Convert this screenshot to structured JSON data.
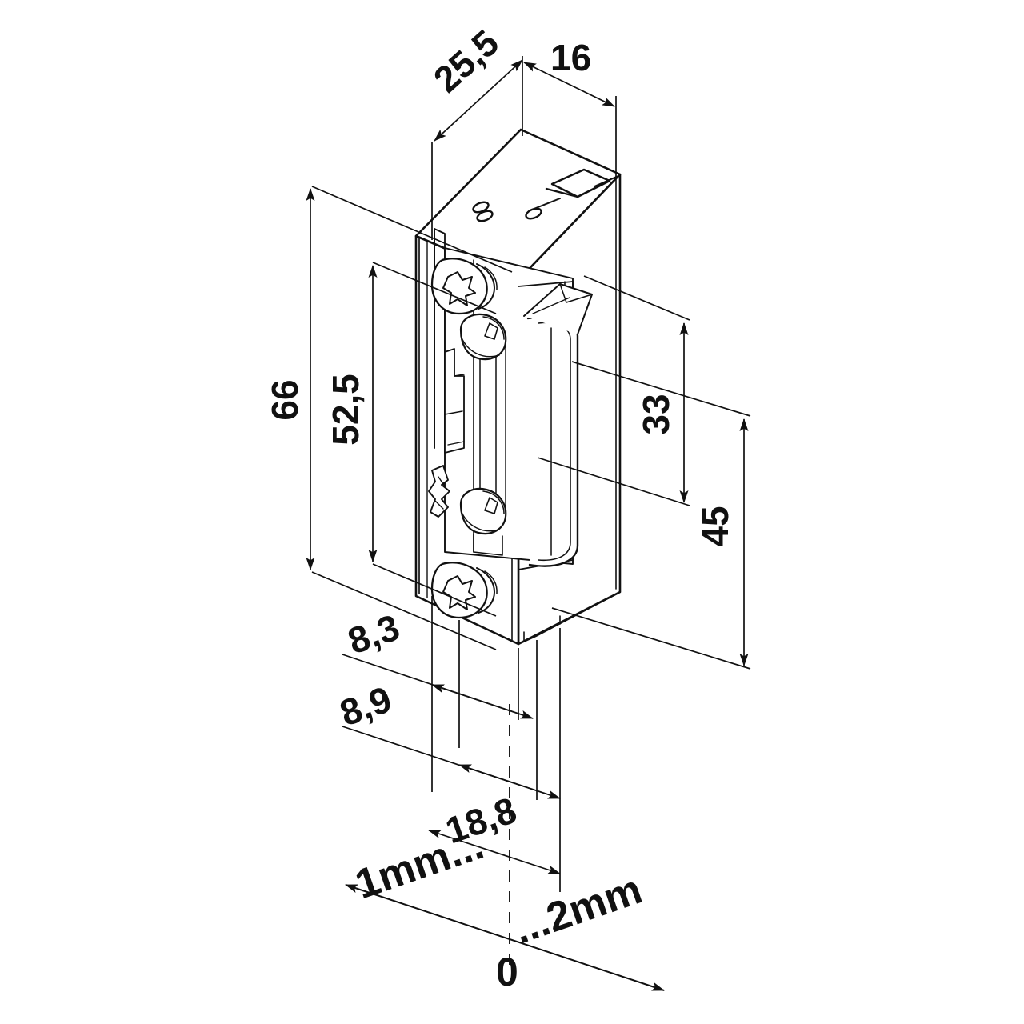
{
  "drawing": {
    "title": "Electric door strike - dimensioned isometric drawing",
    "units": "mm",
    "line_color": "#111111",
    "fill_color": "#ffffff",
    "background": "#ffffff"
  },
  "dimensions": {
    "depth_25_5": "25,5",
    "width_16": "16",
    "height_66": "66",
    "height_52_5": "52,5",
    "height_33": "33",
    "height_45": "45",
    "offset_8_3": "8,3",
    "offset_8_9": "8,9",
    "offset_18_8": "18,8"
  },
  "tolerance_scale": {
    "left_label": "1mm...",
    "right_label": "...2mm",
    "zero_label": "0"
  }
}
